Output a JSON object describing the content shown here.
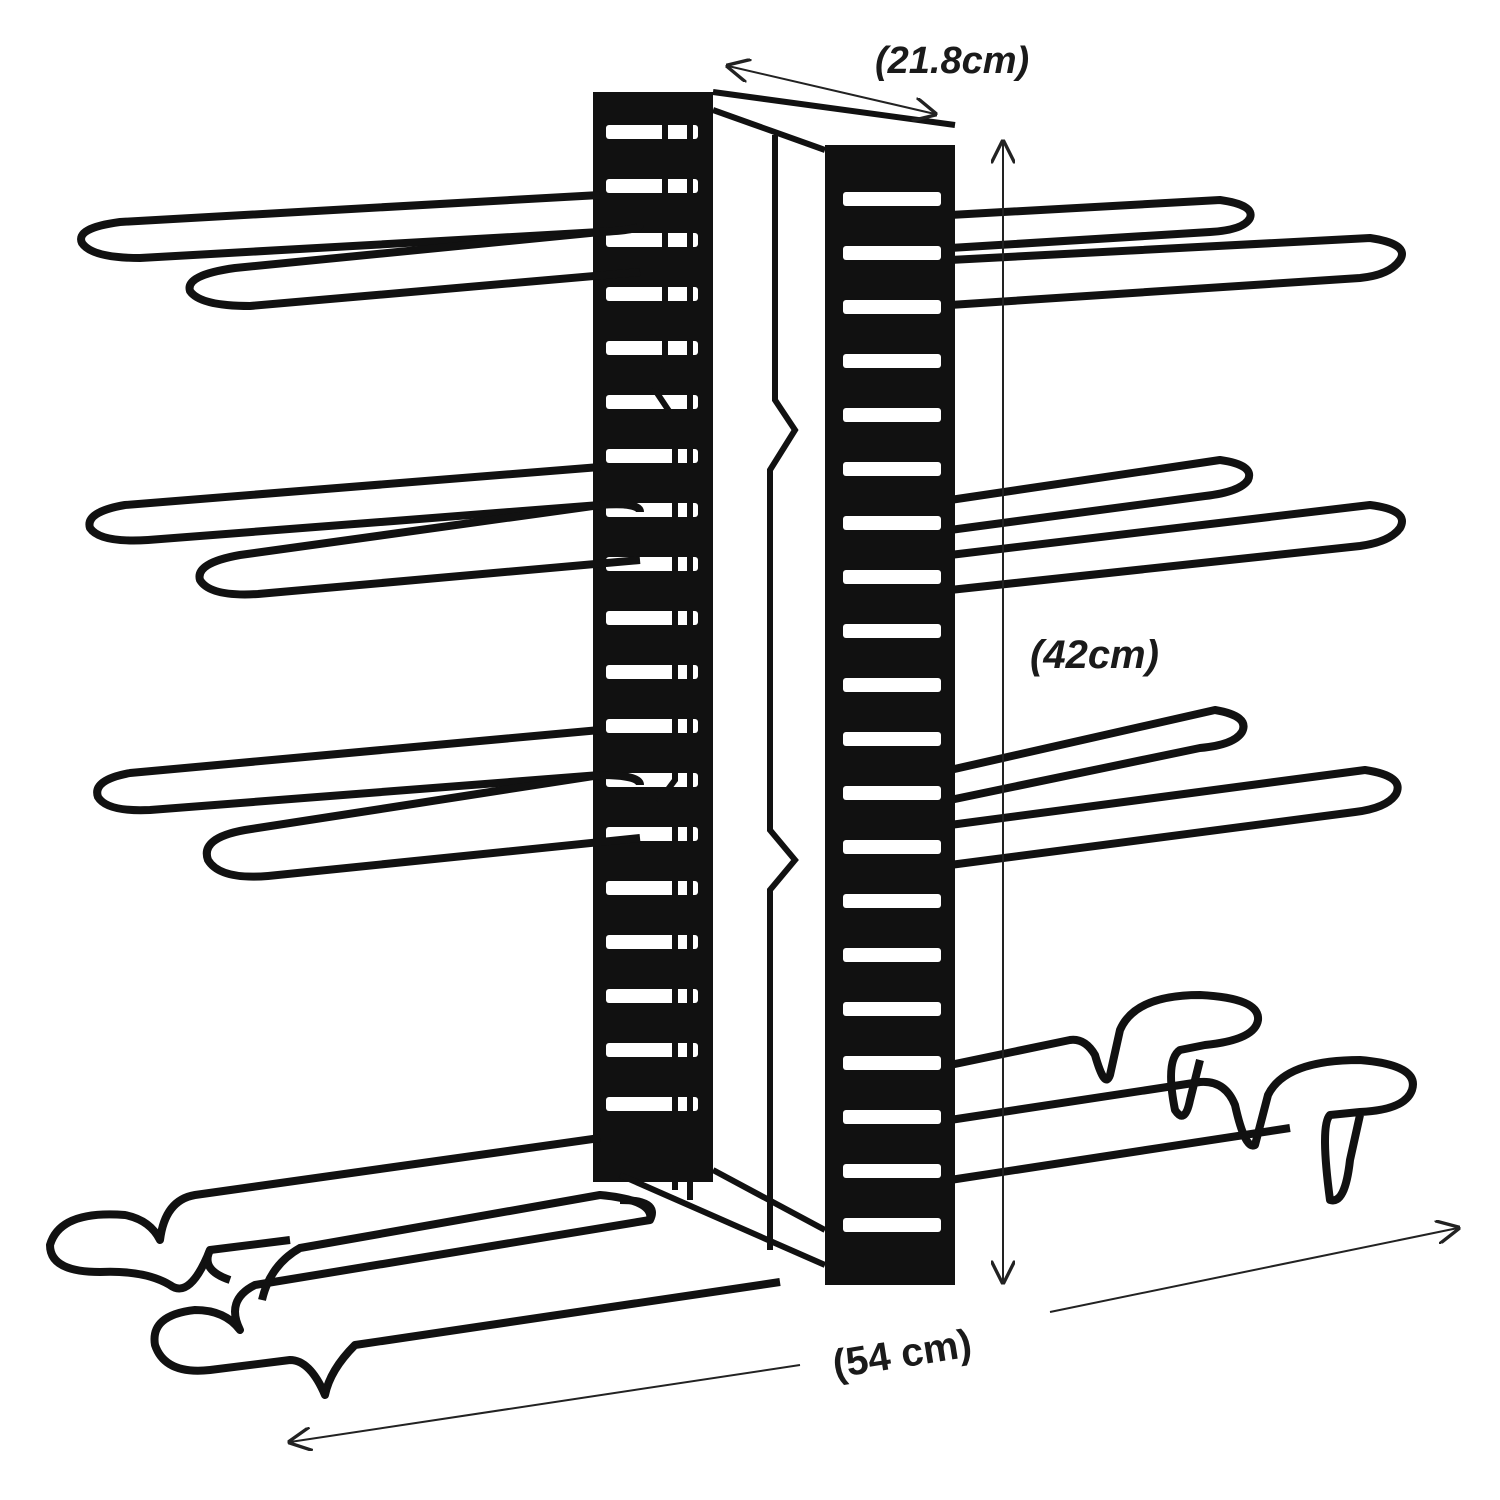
{
  "figure": {
    "depth_label": "(21.8cm)",
    "height_label": "(42cm)",
    "width_label": "(54 cm)"
  },
  "colors": {
    "rack": "#111111",
    "slot": "#ffffff",
    "dimension_line": "#222222",
    "background": "#ffffff"
  },
  "rack": {
    "tiers": 3,
    "base_rails": true
  }
}
